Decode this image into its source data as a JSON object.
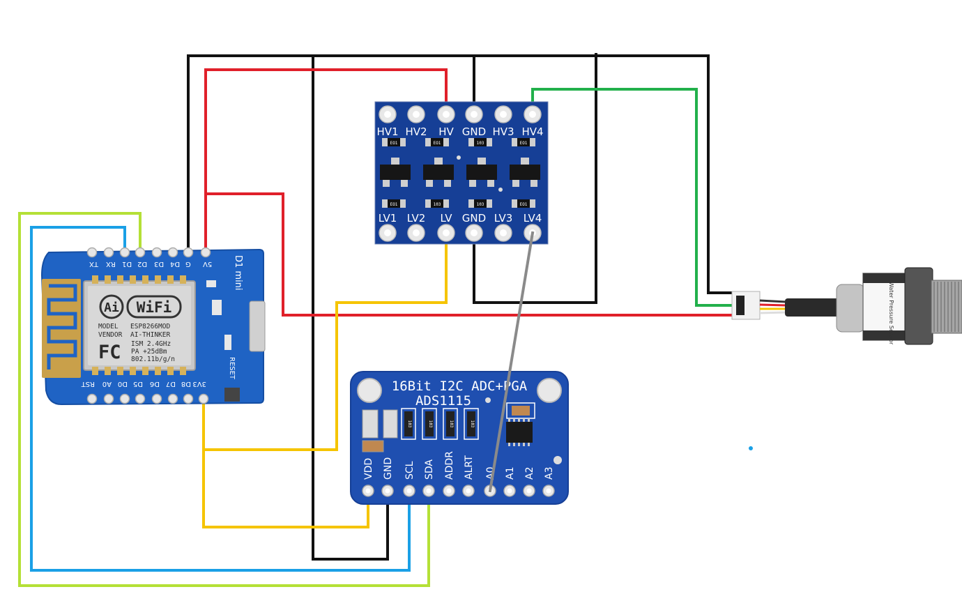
{
  "colors": {
    "wire_black": "#111111",
    "wire_red": "#e0202a",
    "wire_green": "#22b04b",
    "wire_yellow": "#f5c400",
    "wire_blue": "#1aa0e6",
    "wire_lime": "#b4e036",
    "wire_gray": "#8a8a8a",
    "pcb_blue": "#1f63c4",
    "pcb_dark_blue": "#163f96"
  },
  "d1mini": {
    "board_name": "D1 mini",
    "top_pins": [
      "TX",
      "RX",
      "D1",
      "D2",
      "D3",
      "D4",
      "G",
      "5V"
    ],
    "bottom_pins": [
      "RST",
      "A0",
      "D0",
      "D5",
      "D6",
      "D7",
      "D8",
      "3V3"
    ],
    "reset_label": "RESET",
    "module": {
      "brand_ai": "Ai",
      "brand_wifi": "WiFi",
      "model": "MODEL",
      "model_value": "ESP8266MOD",
      "vendor": "VENDOR",
      "vendor_value": "AI-THINKER",
      "fc_mark": "FC",
      "spec_1": "ISM 2.4GHz",
      "spec_2": "PA  +25dBm",
      "spec_3": "802.11b/g/n"
    }
  },
  "level_shifter": {
    "top_pins": [
      "HV1",
      "HV2",
      "HV",
      "GND",
      "HV3",
      "HV4"
    ],
    "bottom_pins": [
      "LV1",
      "LV2",
      "LV",
      "GND",
      "LV3",
      "LV4"
    ],
    "resistor_top": [
      "EO1",
      "EO1",
      "103",
      "EO1"
    ],
    "resistor_bottom": [
      "EO1",
      "103",
      "103",
      "EO1"
    ]
  },
  "ads1115": {
    "title": "16Bit I2C ADC+PGA",
    "chip_name": "ADS1115",
    "pins": [
      "VDD",
      "GND",
      "SCL",
      "SDA",
      "ADDR",
      "ALRT",
      "A0",
      "A1",
      "A2",
      "A3"
    ],
    "resistor_labels": [
      "103",
      "103",
      "103",
      "103"
    ]
  },
  "sensor": {
    "label": "Water Pressure Sensor"
  }
}
